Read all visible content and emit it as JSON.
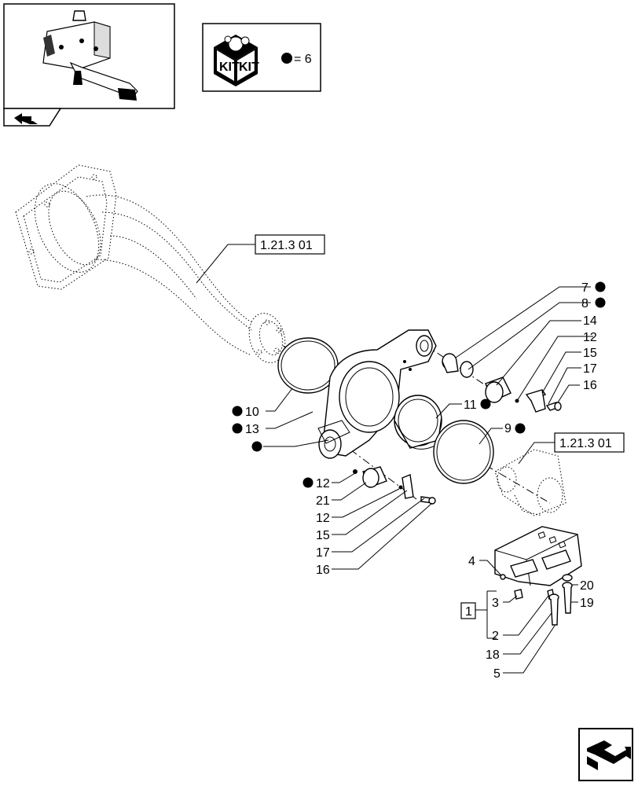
{
  "kit_legend": {
    "kit_label_a": "KIT",
    "kit_label_b": "KIT",
    "equals_text": "= 6"
  },
  "references": {
    "ref_top": "1.21.3 01",
    "ref_right": "1.21.3 01"
  },
  "callouts": {
    "c7": "7",
    "c8": "8",
    "c14": "14",
    "c12a": "12",
    "c15a": "15",
    "c17a": "17",
    "c16a": "16",
    "c11": "11",
    "c9": "9",
    "c10": "10",
    "c13": "13",
    "c12b": "12",
    "c21": "21",
    "c12c": "12",
    "c15b": "15",
    "c17b": "17",
    "c16b": "16",
    "c4": "4",
    "c3": "3",
    "c1": "1",
    "c2": "2",
    "c18": "18",
    "c5": "5",
    "c20": "20",
    "c19": "19"
  },
  "icons": {
    "thumbnail": "tractor-front-axle-thumbnail",
    "nav_prev": "previous-page-icon",
    "nav_next": "next-page-icon",
    "kit": "kit-box-icon"
  }
}
